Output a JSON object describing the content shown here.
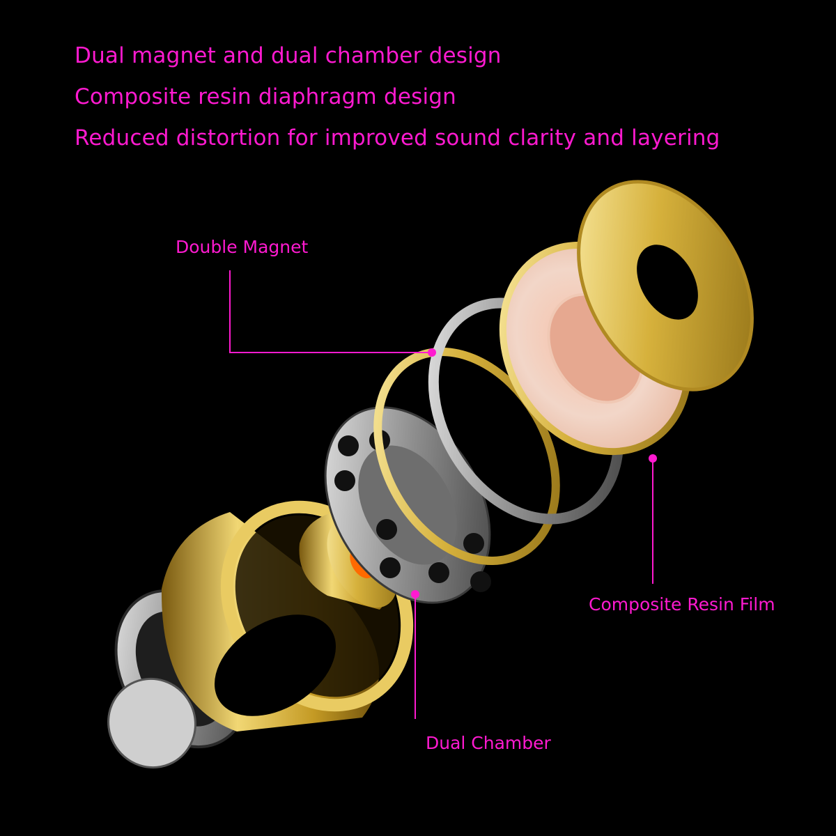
{
  "headlines": [
    "Dual magnet and dual chamber design",
    "Composite resin diaphragm design",
    "Reduced distortion for improved sound clarity and layering"
  ],
  "callouts": {
    "double_magnet": "Double Magnet",
    "composite_resin_film": "Composite Resin Film",
    "dual_chamber": "Dual Chamber"
  },
  "colors": {
    "background": "#000000",
    "accent": "#ff1ad0",
    "gold": "#d8b94a",
    "silver": "#9a9a9a",
    "diaphragm_core": "#ff3a1a"
  }
}
